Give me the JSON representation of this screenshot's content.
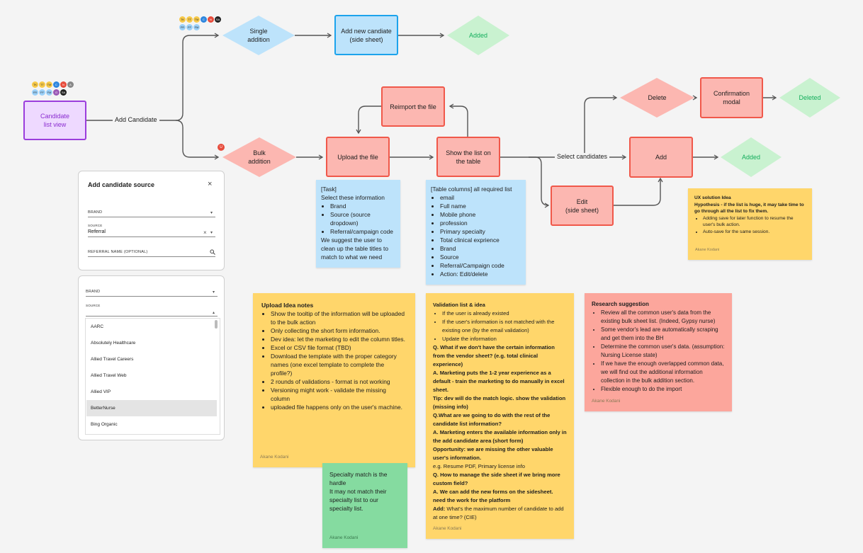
{
  "colors": {
    "pink": "#fcb7b1",
    "pink_border": "#f0584a",
    "blue": "#bde3fb",
    "blue_border": "#1ca3ec",
    "green": "#c9f2d0",
    "green_text": "#14ae5c",
    "purple": "#eed9ff",
    "purple_border": "#9b3ddc",
    "yellow": "#ffd66b",
    "red_note": "#fca69c",
    "green_note": "#85dba0"
  },
  "nodes": {
    "candidate_list": "Candidate\nlist view",
    "single_addition": "Single\naddition",
    "add_new_candidate": "Add new candiate\n(side sheet)",
    "added_top": "Added",
    "bulk_addition": "Bulk\naddition",
    "upload_file": "Upload the file",
    "reimport": "Reimport the file",
    "show_list": "Show the list on\nthe table",
    "delete": "Delete",
    "confirmation_modal": "Confirmation\nmodal",
    "deleted": "Deleted",
    "add": "Add",
    "added_right": "Added",
    "edit": "Edit\n(side sheet)"
  },
  "edge_labels": {
    "add_candidate": "Add Candidate",
    "select_candidates": "Select candidates"
  },
  "avatars_top": [
    {
      "t": "TK",
      "c": "#f7c948"
    },
    {
      "t": "TT",
      "c": "#f7c948"
    },
    {
      "t": "TM",
      "c": "#f7c948"
    },
    {
      "t": "C",
      "c": "#2e86de"
    },
    {
      "t": "N",
      "c": "#e74c3c"
    },
    {
      "t": "SA",
      "c": "#222"
    },
    {
      "t": "FR",
      "c": "#9bd1f9"
    },
    {
      "t": "FF",
      "c": "#9bd1f9"
    },
    {
      "t": "FM",
      "c": "#9bd1f9"
    }
  ],
  "avatars_left": [
    {
      "t": "TK",
      "c": "#f7c948"
    },
    {
      "t": "TT",
      "c": "#f7c948"
    },
    {
      "t": "TM",
      "c": "#f7c948"
    },
    {
      "t": "C",
      "c": "#2e86de"
    },
    {
      "t": "N",
      "c": "#e74c3c"
    },
    {
      "t": "A",
      "c": "#888"
    },
    {
      "t": "FR",
      "c": "#9bd1f9"
    },
    {
      "t": "FF",
      "c": "#9bd1f9"
    },
    {
      "t": "FM",
      "c": "#9bd1f9"
    },
    {
      "t": "G",
      "c": "#9b59b6"
    },
    {
      "t": "SA",
      "c": "#222"
    }
  ],
  "bulk_badge": "U",
  "task_note": {
    "head": "[Task]",
    "line1": "Select these information",
    "items": [
      "Brand",
      "Source (source dropdown)",
      "Referral/campaign code"
    ],
    "footer": "We suggest the user to clean up the table titles to match to what we need"
  },
  "columns_note": {
    "head": "[Table columns] all required list",
    "items": [
      "email",
      "Full name",
      "Mobile phone",
      "profession",
      "Primary specialty",
      "Total clinical exprience",
      "Brand",
      "Source",
      "Referral/Campaign code",
      "Action: Edit/delete"
    ]
  },
  "ux_note": {
    "title": "UX solution Idea",
    "hypothesis": "Hypothesis - if the list is huge, it may take time to go through all the list to fix them.",
    "items": [
      "Adding save for later function to resume the user's bulk action.",
      "Auto-save for the same session."
    ],
    "author": "Akane Kodani"
  },
  "upload_note": {
    "title": "Upload Idea notes",
    "items": [
      "Show the tooltip of the information will be uploaded to the bulk action",
      "Only collecting the short form information.",
      "Dev idea: let the marketing to edit the column titles.",
      "Excel or CSV file format (TBD)",
      "Download the template with the proper category names (one excel template to complete the profile?)",
      "2 rounds of validations - format is not working",
      "Versioning might work - validate the missing column",
      "uploaded file happens only on the user's machine."
    ],
    "author": "Akane Kodani"
  },
  "validation_note": {
    "title": "Validation list & idea",
    "items": [
      "If the user is already existed",
      "If the user's information is not matched with the existing one (by the email validation)",
      "Update the information"
    ],
    "q1": "Q. What if we don't have the certain information from the vendor sheet? (e.g. total clinical experience)",
    "a1": "A. Marketing puts the 1-2 year experience as a default - train the marketing to do manually in excel sheet.",
    "tip": "Tip: dev will do the match logic. show the validation (missing info)",
    "q2": "Q.What are we going to do with the rest of the candidate list information?",
    "a2": "A. Marketing enters the available information only in the add candidate area (short form)",
    "opp": "Opportunity: we are missing the other valuable user's information.",
    "eg": "e.g. Resume PDF, Primary license info",
    "q3": "Q. How to manage the side sheet if we bring more custom field?",
    "a3": "A. We can add the new forms on the sidesheet. need the work for the platform",
    "add_label": "Add:",
    "add_text": " What's the maximum number of candidate to add at one time? (CIE)",
    "author": "Akane Kodani"
  },
  "research_note": {
    "title": "Research suggestion",
    "items": [
      "Review all the common user's data from the existing bulk sheet list. (Indeed, Gypsy nurse)",
      "Some vendor's lead are automatically scraping and get them into the BH",
      "Determine the common user's data. (assumption: Nursing License state)",
      "If we have the enough overlapped common data, we will find out the additional information collection in the bulk addition section.",
      "Flexible enough to do the import"
    ],
    "author": "Akane Kodani"
  },
  "specialty_note": {
    "title": "Specialty match is the hardle",
    "text": "It may not match their specialty list to our specialty list.",
    "author": "Akane Kodani"
  },
  "form1": {
    "title": "Add candidate source",
    "brand_label": "BRAND",
    "source_label": "SOURCE",
    "source_value": "Referral",
    "referral_label": "REFERRAL NAME (OPTIONAL)"
  },
  "form2": {
    "brand_label": "BRAND",
    "source_label": "SOURCE",
    "options": [
      "AARC",
      "Absolutely Healthcare",
      "Allied Travel Careers",
      "Allied Travel Web",
      "Allied VIP",
      "BetterNurse",
      "Bing Organic"
    ],
    "highlighted": "BetterNurse"
  }
}
